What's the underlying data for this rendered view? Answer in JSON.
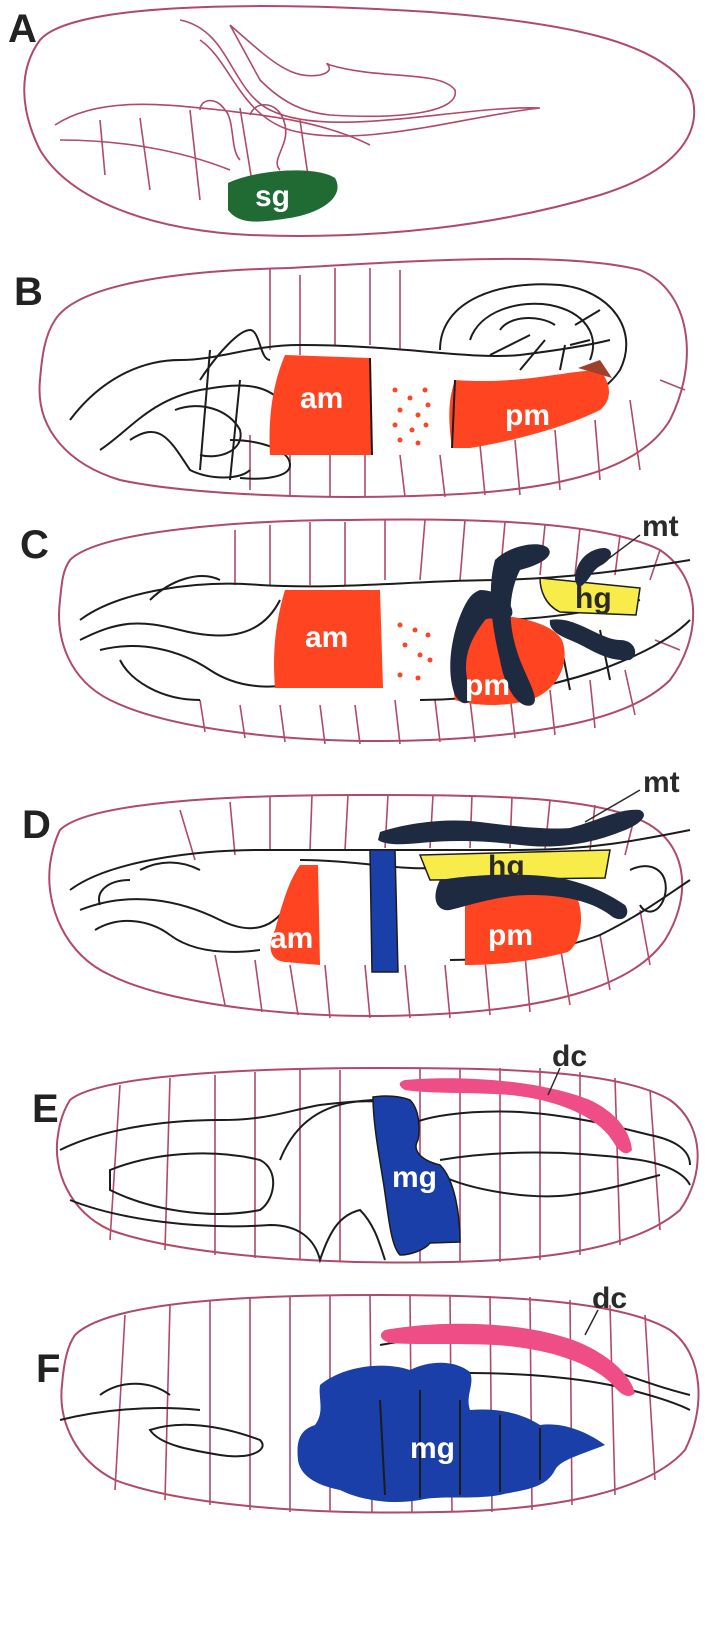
{
  "panels": [
    {
      "letter": "A",
      "labels": {
        "sg": "sg"
      }
    },
    {
      "letter": "B",
      "labels": {
        "am": "am",
        "pm": "pm"
      }
    },
    {
      "letter": "C",
      "labels": {
        "am": "am",
        "pm": "pm",
        "hg": "hg",
        "mt": "mt"
      }
    },
    {
      "letter": "D",
      "labels": {
        "am": "am",
        "pm": "pm",
        "hg": "hg",
        "mt": "mt"
      }
    },
    {
      "letter": "E",
      "labels": {
        "mg": "mg",
        "dc": "dc"
      }
    },
    {
      "letter": "F",
      "labels": {
        "mg": "mg",
        "dc": "dc"
      }
    }
  ],
  "colors": {
    "outline": "#b04a68",
    "inner_line": "#1c1c1c",
    "salivary_gland": "#1f6b33",
    "anterior_posterior_midgut": "#ff4422",
    "hindgut": "#f7ec4a",
    "malpighian_tubules": "#1e2a40",
    "midgut": "#1a3fa8",
    "dorsal_vessel": "#ee4d86"
  }
}
